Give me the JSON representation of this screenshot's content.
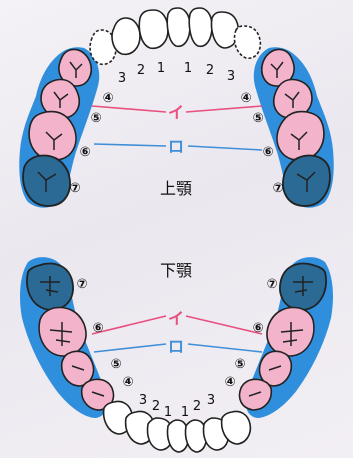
{
  "colors": {
    "blue": "#2f8fdc",
    "pink": "#f2b3cb",
    "darkBlue": "#2a6a95",
    "outline": "#222222",
    "pinkLine": "#e8507e",
    "blueLine": "#3f8fd8"
  },
  "upper": {
    "title": "上顎",
    "labels": {
      "i": "イ",
      "ro": "ロ"
    }
  },
  "lower": {
    "title": "下顎",
    "labels": {
      "i": "イ",
      "ro": "ロ"
    }
  },
  "tooth_numbers": {
    "incisor_central": "1",
    "incisor_lateral": "2",
    "canine": "3",
    "premolar_1": "④",
    "premolar_2": "⑤",
    "molar_1": "⑥",
    "molar_2": "⑦"
  }
}
